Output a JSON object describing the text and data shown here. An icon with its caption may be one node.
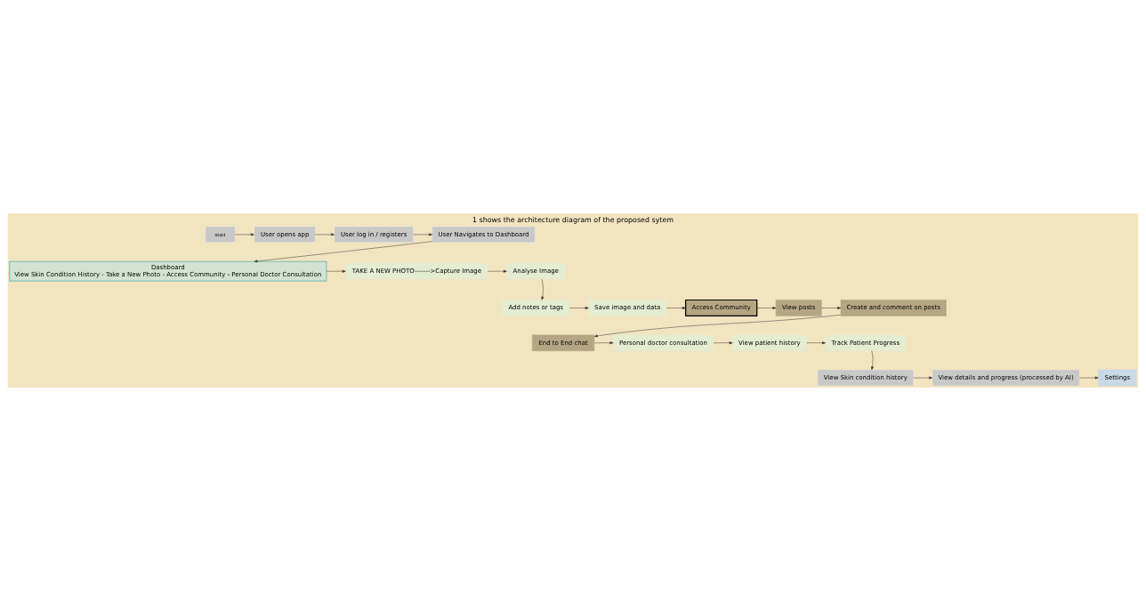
{
  "diagram": {
    "title": "1 shows the architecture diagram of the proposed sytem",
    "nodes": [
      {
        "text": [
          "start"
        ]
      },
      {
        "text": [
          "User opens app"
        ]
      },
      {
        "text": [
          "User log in / registers"
        ]
      },
      {
        "text": [
          "User Navigates to Dashboard"
        ]
      },
      {
        "text": [
          "Dashboard",
          "View Skin Condition History - Take a New Photo - Access Community - Personal Doctor Consultation"
        ]
      },
      {
        "text": [
          "TAKE A NEW PHOTO------->Capture Image"
        ]
      },
      {
        "text": [
          "Analyse Image"
        ]
      },
      {
        "text": [
          "Add notes or tags"
        ]
      },
      {
        "text": [
          "Save image and data"
        ]
      },
      {
        "text": [
          "Access Community"
        ]
      },
      {
        "text": [
          "View posts"
        ]
      },
      {
        "text": [
          "Create and comment on posts"
        ]
      },
      {
        "text": [
          "End to End chat"
        ]
      },
      {
        "text": [
          "Personal doctor consultation"
        ]
      },
      {
        "text": [
          "View patient history"
        ]
      },
      {
        "text": [
          "Track Patient Progress"
        ]
      },
      {
        "text": [
          "View Skin condition history"
        ]
      },
      {
        "text": [
          "View details and progress (processed by AI)"
        ]
      },
      {
        "text": [
          "Settings"
        ]
      }
    ],
    "edges": [
      {
        "from": 0,
        "to": 1,
        "arrow": "to"
      },
      {
        "from": 1,
        "to": 2,
        "arrow": "to"
      },
      {
        "from": 2,
        "to": 3,
        "arrow": "to"
      },
      {
        "from": 3,
        "to": 4,
        "arrow": "to"
      },
      {
        "from": 4,
        "to": 5,
        "arrow": "to"
      },
      {
        "from": 5,
        "to": 6,
        "arrow": "to"
      },
      {
        "from": 6,
        "to": 7,
        "arrow": "to"
      },
      {
        "from": 7,
        "to": 8,
        "arrow": "to"
      },
      {
        "from": 8,
        "to": 9,
        "arrow": "to"
      },
      {
        "from": 9,
        "to": 10,
        "arrow": "to"
      },
      {
        "from": 10,
        "to": 11,
        "arrow": "to"
      },
      {
        "from": 11,
        "to": 12,
        "arrow": "to"
      },
      {
        "from": 12,
        "to": 13,
        "arrow": "to"
      },
      {
        "from": 13,
        "to": 14,
        "arrow": "to"
      },
      {
        "from": 14,
        "to": 15,
        "arrow": "to"
      },
      {
        "from": 15,
        "to": 16,
        "arrow": "to"
      },
      {
        "from": 16,
        "to": 17,
        "arrow": "to"
      },
      {
        "from": 17,
        "to": 18,
        "arrow": "to"
      }
    ]
  }
}
